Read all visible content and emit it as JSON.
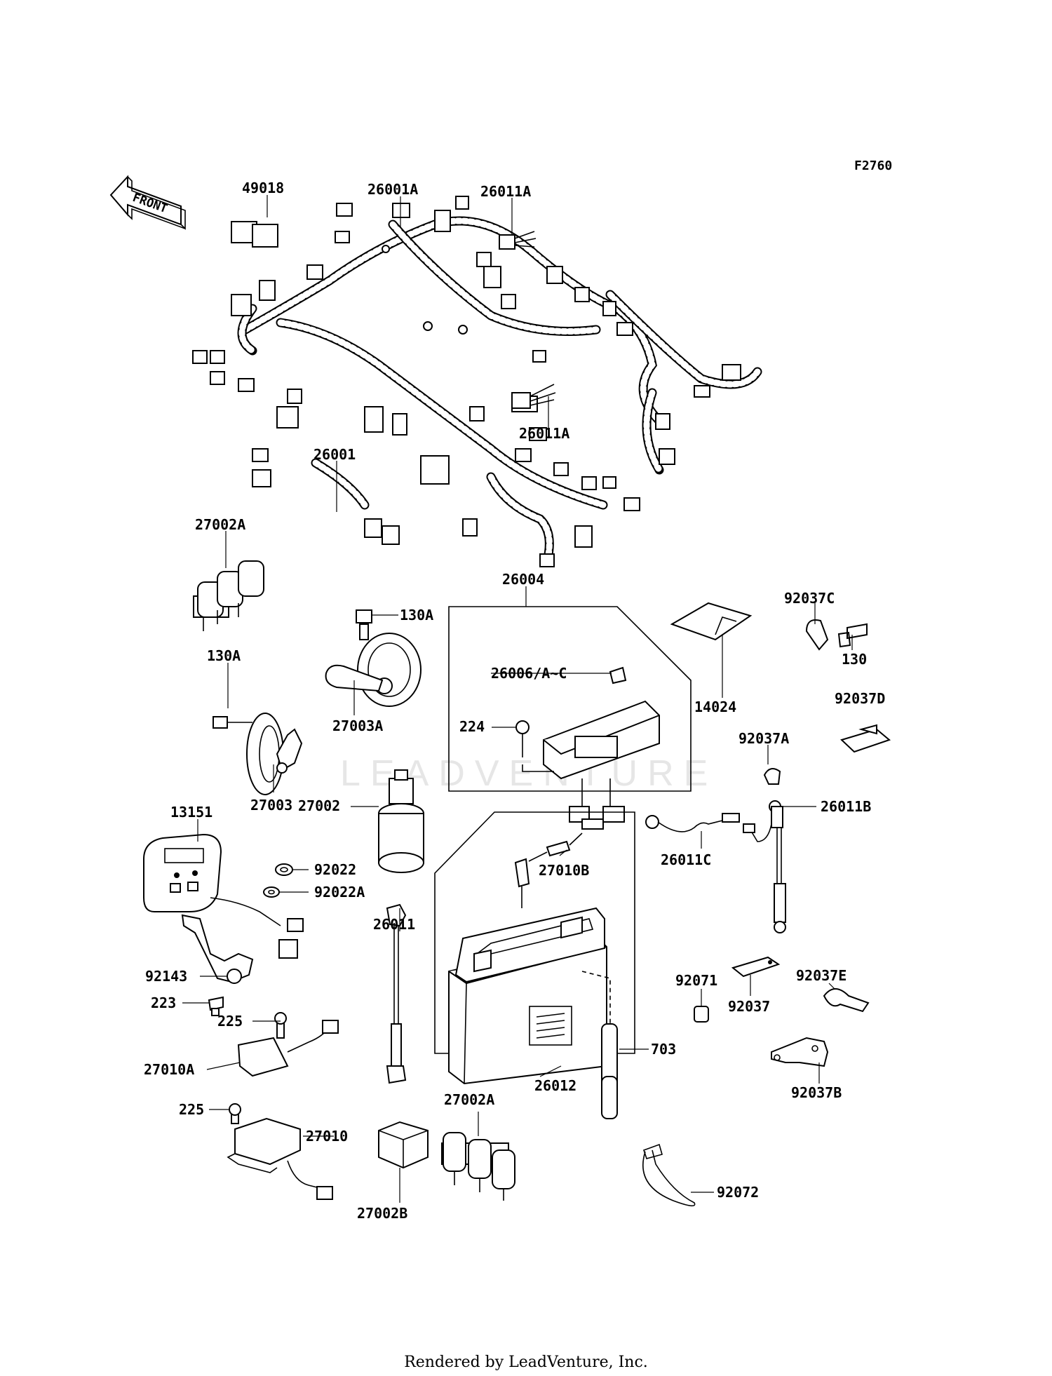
{
  "diagram_code": "F2760",
  "front_label": "FRONT",
  "watermark": "LEADVENTURE",
  "footer": "Rendered by LeadVenture, Inc.",
  "labels": {
    "p49018": "49018",
    "p26001A": "26001A",
    "p26011A_top": "26011A",
    "p26011A_mid": "26011A",
    "p26001": "26001",
    "p27002A_top": "27002A",
    "p26004": "26004",
    "p130A_a": "130A",
    "p130A_b": "130A",
    "p26006": "26006/A~C",
    "p224": "224",
    "p14024": "14024",
    "p92037C": "92037C",
    "p130": "130",
    "p92037D": "92037D",
    "p27003A": "27003A",
    "p27003": "27003",
    "p92037A": "92037A",
    "p27002": "27002",
    "p13151": "13151",
    "p26011B": "26011B",
    "p92022": "92022",
    "p92022A": "92022A",
    "p27010B": "27010B",
    "p26011C": "26011C",
    "p26011": "26011",
    "p92143": "92143",
    "p223": "223",
    "p225_a": "225",
    "p27010A": "27010A",
    "p92037E": "92037E",
    "p92071": "92071",
    "p92037": "92037",
    "p703": "703",
    "p26012": "26012",
    "p92037B": "92037B",
    "p225_b": "225",
    "p27010": "27010",
    "p27002A_bot": "27002A",
    "p27002B": "27002B",
    "p92072": "92072"
  }
}
